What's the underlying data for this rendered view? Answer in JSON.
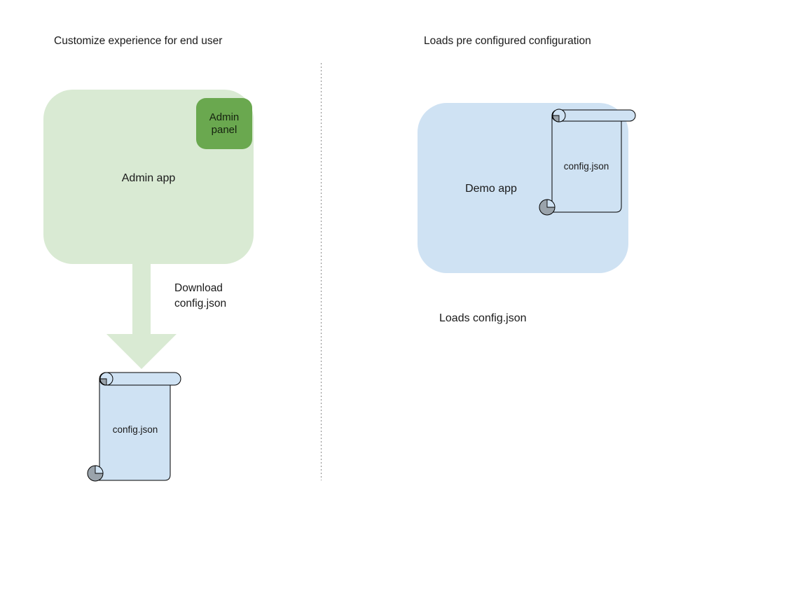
{
  "left_panel": {
    "title": "Customize experience for end user",
    "admin_app_label": "Admin app",
    "admin_panel_label": "Admin panel",
    "download_label": "Download\nconfig.json",
    "config_file_label": "config.json"
  },
  "right_panel": {
    "title": "Loads pre configured configuration",
    "demo_app_label": "Demo app",
    "config_file_label": "config.json",
    "caption": "Loads config.json"
  },
  "colors": {
    "admin_app_fill": "#d9ead3",
    "admin_panel_fill": "#6aa84f",
    "download_arrow_fill": "#d9ead3",
    "demo_app_fill": "#cfe2f3",
    "scroll_fill": "#cfe2f3",
    "scroll_curl_gray": "#9aa3ab",
    "divider_gray": "#8c8c8c",
    "text": "#1a1a1a"
  }
}
